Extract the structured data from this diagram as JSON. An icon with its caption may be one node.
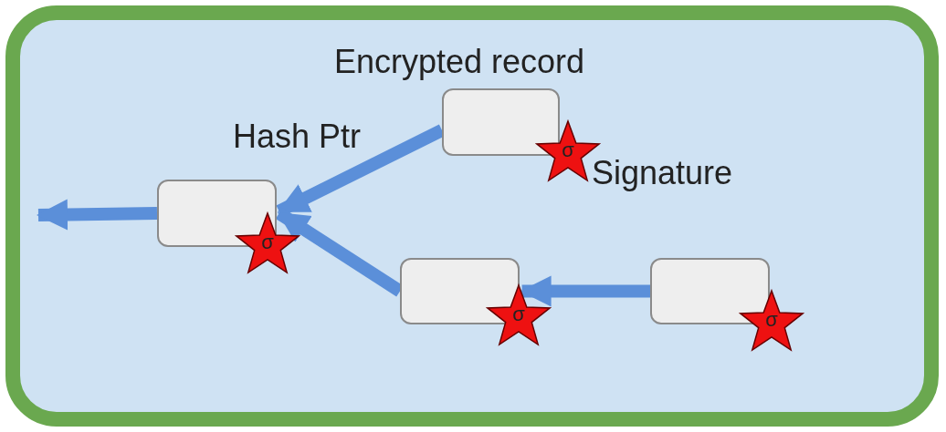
{
  "diagram": {
    "nodes": [
      {
        "text": [],
        "shape": "box"
      },
      {
        "text": [
          "σ"
        ]
      },
      {
        "text": [],
        "shape": "box"
      },
      {
        "text": [
          "σ"
        ]
      },
      {
        "text": [],
        "shape": "box"
      },
      {
        "text": [
          "σ"
        ]
      },
      {
        "text": [],
        "shape": "box"
      },
      {
        "text": [
          "σ"
        ]
      }
    ],
    "edges": [
      {
        "from": 0,
        "to": null,
        "arrow": "to"
      },
      {
        "from": 2,
        "to": 0,
        "arrow": "to"
      },
      {
        "from": 4,
        "to": 0,
        "arrow": "to"
      },
      {
        "from": 6,
        "to": 4,
        "arrow": "to"
      }
    ],
    "labels": [
      "Encrypted record",
      "Hash Ptr",
      "Signature"
    ]
  }
}
